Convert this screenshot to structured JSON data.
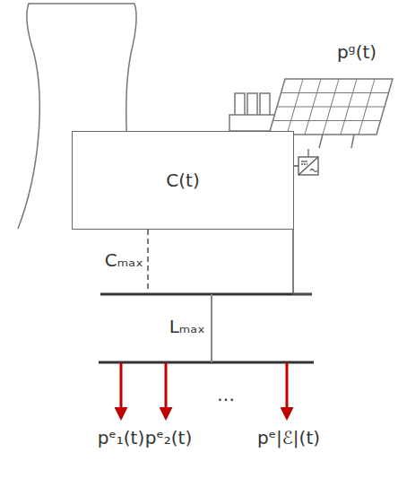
{
  "diagram": {
    "nodes": [
      {
        "text": [
          "C(t)"
        ]
      }
    ],
    "labels": [
      "Cₘₐₓ",
      "Lₘₐₓ",
      "pᵍ(t)",
      "pᵉ₁(t)",
      "pᵉ₂(t)",
      "…",
      "pᵉ|ℰ|(t)"
    ]
  }
}
